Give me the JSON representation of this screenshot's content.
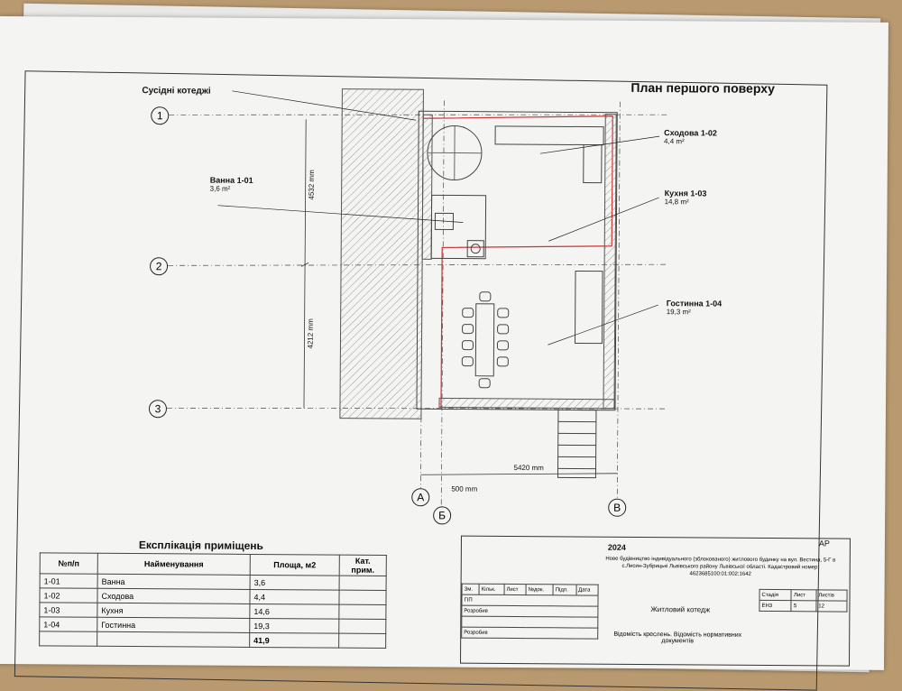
{
  "title": "План першого поверху",
  "neighbors_label": "Сусідні котеджі",
  "axes": {
    "rows": [
      "1",
      "2",
      "3"
    ],
    "cols": [
      "А",
      "Б",
      "В"
    ]
  },
  "dimensions": {
    "d1": "4532 mm",
    "d2": "4212 mm",
    "d3": "5420 mm",
    "d4": "500 mm"
  },
  "rooms": [
    {
      "name": "Ванна 1-01",
      "area": "3,6 m²"
    },
    {
      "name": "Сходова 1-02",
      "area": "4,4 m²"
    },
    {
      "name": "Кухня 1-03",
      "area": "14,8 m²"
    },
    {
      "name": "Гостинна 1-04",
      "area": "19,3 m²"
    }
  ],
  "explication": {
    "title": "Експлікація приміщень",
    "headers": [
      "№п/п",
      "Найменування",
      "Площа, м2",
      "Кат. прим."
    ],
    "rows": [
      [
        "1-01",
        "Ванна",
        "3,6",
        ""
      ],
      [
        "1-02",
        "Сходова",
        "4,4",
        ""
      ],
      [
        "1-03",
        "Кухня",
        "14,6",
        ""
      ],
      [
        "1-04",
        "Гостинна",
        "19,3",
        ""
      ]
    ],
    "total": "41,9"
  },
  "stamp": {
    "year": "2024",
    "code": "АР",
    "project": "Нове будівництво індивідуального (зблокованого) житлового будинку на вул. Вестина, 5-Г в с.Лисин-Зубрицькі Львівського району Львівської області. Кадастровий номер: 4623685100:01:002:1642",
    "cols": [
      "Зм.",
      "Кільк.",
      "Лист",
      "№док.",
      "Підп.",
      "Дата"
    ],
    "roles": [
      "ГІП",
      "Розробив",
      "",
      "Розробив"
    ],
    "object": "Житловий котедж",
    "stage_hdr": [
      "Стадія",
      "Лист",
      "Листів"
    ],
    "stage": [
      "ЕН3",
      "5",
      "12"
    ],
    "sheet_name": "Відомість креслень. Відомість нормативних документів"
  }
}
